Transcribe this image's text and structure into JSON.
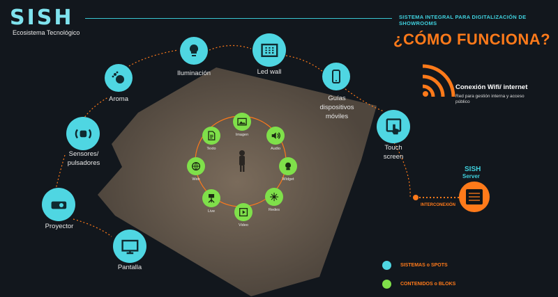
{
  "brand": {
    "name": "SISH",
    "subtitle": "Ecosistema Tecnológico"
  },
  "header": {
    "title": "SISTEMA INTEGRAL PARA DIGITALIZACIÓN DE SHOWROOMS"
  },
  "heading": "¿CÓMO FUNCIONA?",
  "spots": [
    {
      "label": "Iluminación",
      "icon": "bulb-icon"
    },
    {
      "label": "Led wall",
      "icon": "led-wall-icon"
    },
    {
      "label": "Aroma",
      "icon": "aroma-icon"
    },
    {
      "label": "Guías\ndispositivos\nmóviles",
      "icon": "smartphone-icon"
    },
    {
      "label": "Sensores/\npulsadores",
      "icon": "sensor-icon"
    },
    {
      "label": "Touch\nscreen",
      "icon": "touch-screen-icon"
    },
    {
      "label": "Proyector",
      "icon": "projector-icon"
    },
    {
      "label": "Pantalla",
      "icon": "monitor-icon"
    }
  ],
  "bloks": [
    {
      "label": "Imagen",
      "icon": "image-icon"
    },
    {
      "label": "Audio",
      "icon": "audio-icon"
    },
    {
      "label": "Widget",
      "icon": "widget-icon"
    },
    {
      "label": "Redes",
      "icon": "network-icon"
    },
    {
      "label": "Video",
      "icon": "video-icon"
    },
    {
      "label": "Live",
      "icon": "live-camera-icon"
    },
    {
      "label": "Web",
      "icon": "web-icon"
    },
    {
      "label": "Texto",
      "icon": "text-icon"
    }
  ],
  "connection": {
    "title": "Conexión Wifi/ internet",
    "description": "Red para gestión interna y acceso público"
  },
  "server": {
    "title": "SISH",
    "subtitle": "Server",
    "link_label": "INTERCONEXIÓN"
  },
  "legend": [
    {
      "label": "SISTEMAS o SPOTS",
      "color": "#4fd6e2"
    },
    {
      "label": "CONTENIDOS o BLOKS",
      "color": "#7fe04a"
    }
  ],
  "colors": {
    "background": "#12171d",
    "accent": "#ff7a1a",
    "spot": "#4fd6e2",
    "blok": "#7fe04a",
    "floor": "#5b5045"
  }
}
